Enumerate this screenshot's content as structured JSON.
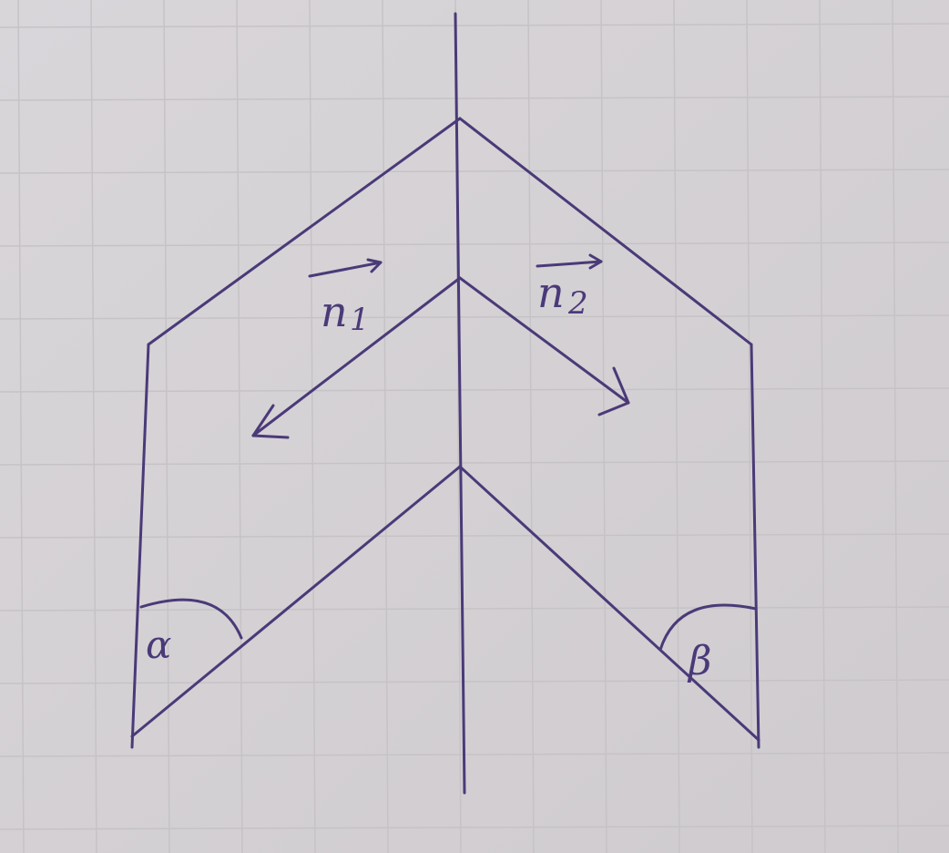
{
  "colors": {
    "paper": "#d6d3d6",
    "grid": "#c6c3c6",
    "ink": "#4a3a78"
  },
  "labels": {
    "n1": "n",
    "n1_sub": "1",
    "n2": "n",
    "n2_sub": "2",
    "alpha": "α",
    "beta": "β"
  }
}
